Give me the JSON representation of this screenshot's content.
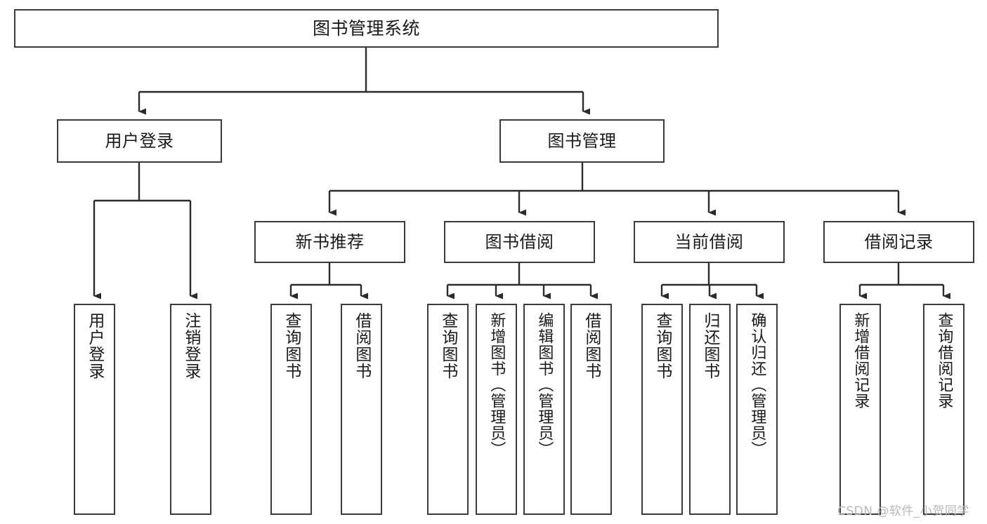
{
  "diagram": {
    "title": "图书管理系统",
    "type": "hierarchy-tree",
    "colors": {
      "box_border": "#3a3a3a",
      "box_fill": "#ffffff",
      "edge": "#2b2b2b",
      "text": "#1a1a1a",
      "watermark": "#b9b9b9"
    },
    "nodes": {
      "root": {
        "label": "图书管理系统"
      },
      "level1": [
        {
          "id": "user-login",
          "label": "用户登录"
        },
        {
          "id": "book-manage",
          "label": "图书管理"
        }
      ],
      "level2": [
        {
          "id": "new-book-recommend",
          "label": "新书推荐"
        },
        {
          "id": "book-borrow",
          "label": "图书借阅"
        },
        {
          "id": "current-borrow",
          "label": "当前借阅"
        },
        {
          "id": "borrow-record",
          "label": "借阅记录"
        }
      ],
      "leaves": {
        "user-login": [
          {
            "id": "leaf-user-login",
            "label": "用户登录"
          },
          {
            "id": "leaf-logout",
            "label": "注销登录"
          }
        ],
        "new-book-recommend": [
          {
            "id": "leaf-query-book-1",
            "label": "查询图书"
          },
          {
            "id": "leaf-borrow-book-1",
            "label": "借阅图书"
          }
        ],
        "book-borrow": [
          {
            "id": "leaf-query-book-2",
            "label": "查询图书"
          },
          {
            "id": "leaf-add-book",
            "label": "新增图书（管理员）"
          },
          {
            "id": "leaf-edit-book",
            "label": "编辑图书（管理员）"
          },
          {
            "id": "leaf-borrow-book-2",
            "label": "借阅图书"
          }
        ],
        "current-borrow": [
          {
            "id": "leaf-query-book-3",
            "label": "查询图书"
          },
          {
            "id": "leaf-return-book",
            "label": "归还图书"
          },
          {
            "id": "leaf-confirm-return",
            "label": "确认归还（管理员）"
          }
        ],
        "borrow-record": [
          {
            "id": "leaf-add-record",
            "label": "新增借阅记录"
          },
          {
            "id": "leaf-query-record",
            "label": "查询借阅记录"
          }
        ]
      }
    },
    "watermark": "CSDN @软件_小贺同学"
  }
}
